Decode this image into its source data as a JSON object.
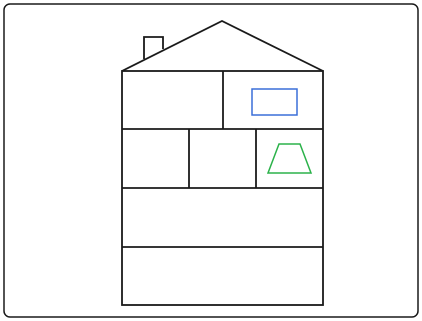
{
  "figure": {
    "shapes": [
      {
        "kind": "house-outline",
        "stroke": "#1a1a1a"
      },
      {
        "kind": "rectangle",
        "stroke": "#3a6fd8",
        "room": "upper-right"
      },
      {
        "kind": "trapezoid",
        "stroke": "#2bb24a",
        "room": "middle-right"
      }
    ],
    "colors": {
      "frame_border": "#1a1a1a",
      "lines": "#1a1a1a",
      "blue_shape": "#3a6fd8",
      "green_shape": "#2bb24a",
      "background": "#ffffff"
    }
  }
}
